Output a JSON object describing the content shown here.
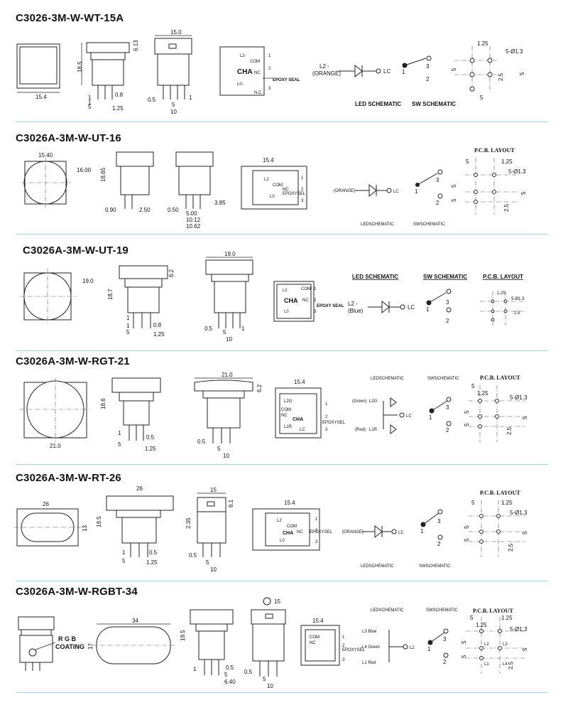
{
  "colors": {
    "divider": "#9fd3e6",
    "line": "#222222"
  },
  "sections": [
    {
      "title": "C3026-3M-W-WT-15A",
      "top_view_width": "15.4",
      "side_height": "18.5",
      "side_cap": "6.13",
      "side_pins": [
        "1",
        "0.8",
        "1",
        "5",
        "1.25"
      ],
      "front_width": "15.0",
      "front_pins": [
        "0.5",
        "5",
        "1",
        "10"
      ],
      "bottom_labels": [
        "L2-",
        "COM",
        "NC",
        "EPOXY SEAL",
        "L0-",
        "N.C.",
        "1",
        "2",
        "3"
      ],
      "bottom_logo": "CHA",
      "led_schematic": {
        "title": "LED SCHEMATIC",
        "l_label": "L2 -",
        "color": "(ORANGE)",
        "lc": "LC"
      },
      "sw_schematic": {
        "title": "SW SCHEMATIC",
        "pins": [
          "1",
          "3",
          "2"
        ]
      },
      "pcb": {
        "title": "",
        "labels": [
          "1.25",
          "5-Ø1.3",
          "5",
          "2.5",
          "5",
          "5"
        ]
      }
    },
    {
      "title": "C3026A-3M-W-UT-16",
      "top_view_width": "15.40",
      "top_view_dia": "16.00",
      "side_height": "18.65",
      "side_pins": [
        "0.90",
        "2.50"
      ],
      "front_pins": [
        "0.50",
        "5.00",
        "10.12",
        "10.62",
        "3.85"
      ],
      "bottom_width": "15.4",
      "bottom_labels": [
        "L2",
        "COM",
        "NC",
        "L0",
        "EPOXYSEL",
        "1",
        "2",
        "3"
      ],
      "led_schematic": {
        "title": "LEDSCHEMATIC",
        "color": "(ORANGE)",
        "lc": "LC"
      },
      "sw_schematic": {
        "title": "SWSCHEMATIC",
        "pins": [
          "1",
          "3",
          "2"
        ]
      },
      "pcb": {
        "title": "P.C.B. LAYOUT",
        "labels": [
          "5",
          "1.25",
          "5-Ø1.3",
          "5",
          "5",
          "5",
          "2.5"
        ]
      }
    },
    {
      "title": "C3026A-3M-W-UT-19",
      "top_view_dia": "19.0",
      "side_height": "18.7",
      "side_cap": "6.2",
      "side_pins": [
        "1",
        "0.8",
        "1",
        "5",
        "1.25"
      ],
      "front_width": "19.0",
      "front_pins": [
        "0.5",
        "5",
        "1",
        "10"
      ],
      "bottom_labels": [
        "L2",
        "COM",
        "NC",
        "L0",
        "EPOXY SEAL",
        "1",
        "2",
        "3"
      ],
      "bottom_logo": "CHA",
      "led_schematic": {
        "title": "LED SCHEMATIC",
        "l_label": "L2 -",
        "color": "(Blue)",
        "lc": "LC"
      },
      "sw_schematic": {
        "title": "SW SCHEMATIC",
        "pins": [
          "1",
          "3",
          "2"
        ]
      },
      "pcb": {
        "title": "P.C.B. LAYOUT",
        "labels": [
          "1.25",
          "5-Ø1.3",
          "2.5"
        ]
      }
    },
    {
      "title": "C3026A-3M-W-RGT-21",
      "top_view_width": "21.0",
      "side_height": "18.6",
      "side_pins": [
        "1",
        "0.5",
        "5",
        "1.25"
      ],
      "front_width": "21.0",
      "front_cap": "6.2",
      "front_pins": [
        "0.5",
        "5",
        "10"
      ],
      "bottom_width": "15.4",
      "bottom_labels": [
        "L2G",
        "COM",
        "NC",
        "L1R",
        "EPOXYSEL",
        "LC",
        "1",
        "2",
        "3"
      ],
      "bottom_logo": "CHA",
      "led_schematic": {
        "title": "LEDSCHEMATIC",
        "green": "(Green)",
        "green_l": "L2G",
        "red": "(Red)",
        "red_l": "L1R",
        "lc": "LC"
      },
      "sw_schematic": {
        "title": "SWSCHEMATIC",
        "pins": [
          "1",
          "3",
          "2"
        ]
      },
      "pcb": {
        "title": "P.C.B. LAYOUT",
        "labels": [
          "5",
          "1.25",
          "5-Ø1.3",
          "5",
          "5",
          "5",
          "2.5"
        ]
      }
    },
    {
      "title": "C3026A-3M-W-RT-26",
      "top_view_width": "26",
      "top_view_height": "13",
      "side_width": "26",
      "side_height": "19.5",
      "side_pins": [
        "1",
        "0.5",
        "5",
        "1.25"
      ],
      "front_width": "15",
      "front_cap": "6.1",
      "front_height": "2.35",
      "front_pins": [
        "0.5",
        "5",
        "10"
      ],
      "bottom_width": "15.4",
      "bottom_labels": [
        "L2",
        "COM",
        "NC",
        "L0",
        "EPOXYSEL",
        "1",
        "2",
        "3"
      ],
      "bottom_logo": "CHA",
      "led_schematic": {
        "title": "LEDSCHEMATIC",
        "color": "(ORANGE)",
        "lc": "LC"
      },
      "sw_schematic": {
        "title": "SWSCHEMATIC",
        "pins": [
          "1",
          "3",
          "2"
        ]
      },
      "pcb": {
        "title": "P.C.B. LAYOUT",
        "labels": [
          "5",
          "1.25",
          "5-Ø1.3",
          "5",
          "5",
          "5",
          "2.5"
        ]
      }
    },
    {
      "title": "C3026A-3M-W-RGBT-34",
      "rgb_label": "R G B",
      "coating_label": "COATING",
      "top_view_width": "34",
      "top_view_height": "17",
      "side_height": "19.5",
      "side_pins": [
        "1",
        "0.5",
        "5",
        "6.40"
      ],
      "front_width": "15",
      "front_pins": [
        "0.5",
        "5",
        "10"
      ],
      "bottom_width": "15.4",
      "bottom_labels": [
        "COM",
        "NC",
        "EPOXYSEL",
        "1",
        "2",
        "3"
      ],
      "led_schematic": {
        "title": "LEDSCHEMATIC",
        "l3": "L3 Blue",
        "l4": "L4 Green",
        "l1": "L1 Red",
        "l2": "L2"
      },
      "sw_schematic": {
        "title": "SWSCHEMATIC",
        "pins": [
          "1",
          "3",
          "2"
        ]
      },
      "pcb": {
        "title": "P.C.B. LAYOUT",
        "labels": [
          "5",
          "1.25",
          "1.25",
          "5-Ø1.3",
          "L2",
          "L3",
          "L1",
          "L4",
          "5",
          "5",
          "5",
          "2.5"
        ]
      }
    }
  ]
}
